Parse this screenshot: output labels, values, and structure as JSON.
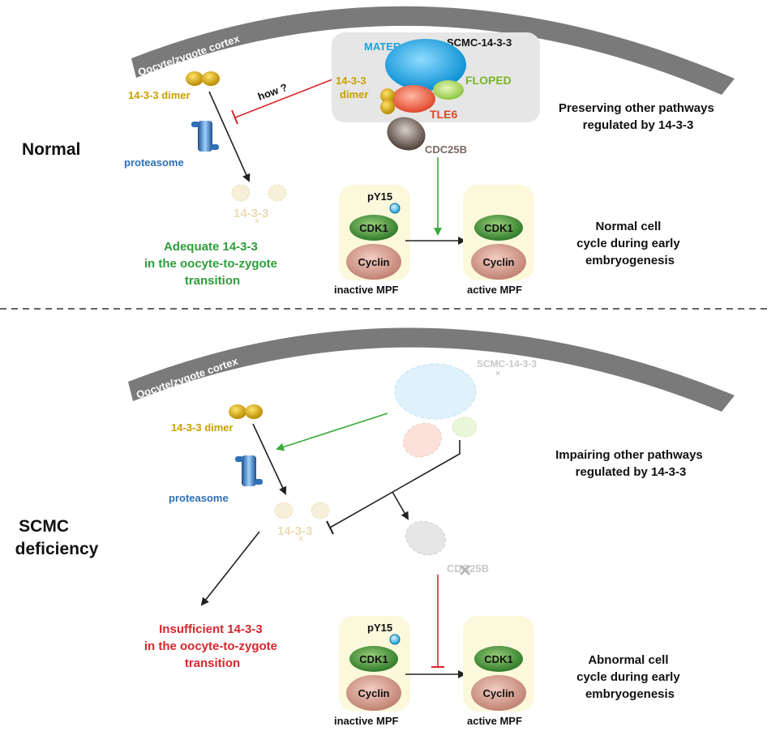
{
  "normal": {
    "label": "Normal",
    "cortex": "Oocyte/zygote cortex",
    "dimer": "14-3-3 dimer",
    "how": "how ?",
    "proteasome": "proteasome",
    "degraded": "14-3-3",
    "outcome": [
      "Adequate 14-3-3",
      "in the oocyte-to-zygote",
      "transition"
    ],
    "scmc": "SCMC-14-3-3",
    "mater": "MATER",
    "dimer_in_complex": [
      "14-3-3",
      "dimer"
    ],
    "floped": "FLOPED",
    "tle6": "TLE6",
    "cdc25b": "CDC25B",
    "pathways": [
      "Preserving other pathways",
      "regulated by 14-3-3"
    ],
    "pY15": "pY15",
    "cdk1": "CDK1",
    "cyclin": "Cyclin",
    "inactive": "inactive MPF",
    "active": "active MPF",
    "cycle": [
      "Normal cell",
      "cycle during early",
      "embryogenesis"
    ]
  },
  "deficiency": {
    "label": [
      "SCMC",
      "deficiency"
    ],
    "cortex": "Oocyte/zygote cortex",
    "scmc": "SCMC-14-3-3",
    "dimer": "14-3-3 dimer",
    "proteasome": "proteasome",
    "degraded": "14-3-3",
    "cdc25b": "CDC25B",
    "pathways": [
      "Impairing other pathways",
      "regulated by 14-3-3"
    ],
    "outcome": [
      "Insufficient 14-3-3",
      "in the oocyte-to-zygote",
      "transition"
    ],
    "pY15": "pY15",
    "cdk1": "CDK1",
    "cyclin": "Cyclin",
    "inactive": "inactive MPF",
    "active": "active MPF",
    "cycle": [
      "Abnormal cell",
      "cycle during early",
      "embryogenesis"
    ]
  },
  "colors": {
    "cortex": "#7a7a7a",
    "dimer": "#c9a000",
    "proteasome": "#2f6fb5",
    "green_text": "#2e9e3a",
    "red_text": "#d7262c",
    "mater": "#1aa3e0",
    "floped": "#7ab42c",
    "tle6": "#e0452c",
    "cdc25b": "#7a6a60",
    "cdk1": "#3f8a34",
    "cyclin": "#c98f83",
    "mpf_box": "#fbf8dc"
  }
}
